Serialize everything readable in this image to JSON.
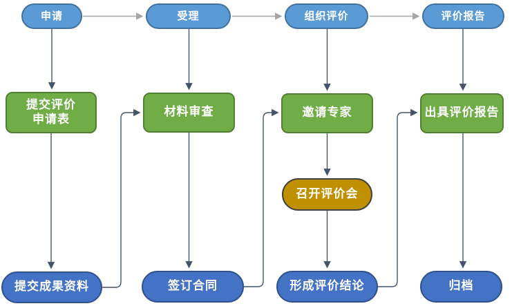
{
  "diagram": {
    "type": "flowchart",
    "phases": [
      {
        "id": "apply",
        "label": "申请"
      },
      {
        "id": "accept",
        "label": "受理"
      },
      {
        "id": "organize",
        "label": "组织评价"
      },
      {
        "id": "report",
        "label": "评价报告"
      }
    ],
    "steps": [
      {
        "id": "submit-form",
        "label": "提交评价\n申请表"
      },
      {
        "id": "review",
        "label": "材料审查"
      },
      {
        "id": "invite",
        "label": "邀请专家"
      },
      {
        "id": "issue",
        "label": "出具评价报告"
      }
    ],
    "meeting": {
      "id": "meeting",
      "label": "召开评价会"
    },
    "finals": [
      {
        "id": "submit-materials",
        "label": "提交成果资料"
      },
      {
        "id": "contract",
        "label": "签订合同"
      },
      {
        "id": "conclusion",
        "label": "形成评价结论"
      },
      {
        "id": "archive",
        "label": "归档"
      }
    ],
    "edges": [
      "申请→受理",
      "受理→组织评价",
      "组织评价→评价报告",
      "申请→提交评价申请表",
      "提交评价申请表→提交成果资料",
      "提交成果资料→材料审查",
      "受理→材料审查",
      "材料审查→签订合同",
      "签订合同→邀请专家",
      "组织评价→邀请专家",
      "邀请专家→召开评价会",
      "召开评价会→形成评价结论",
      "形成评价结论→出具评价报告",
      "评价报告→出具评价报告",
      "出具评价报告→归档"
    ],
    "colors": {
      "phase_fill": "#5B9BD5",
      "phase_border": "#41719C",
      "step_fill": "#70AD47",
      "step_border": "#507E32",
      "meeting_fill": "#BF9000",
      "meeting_border": "#404040",
      "final_fill": "#4472C4",
      "final_border": "#2F528F",
      "phase_arrow": "#A6A6A6",
      "process_arrow": "#44546A",
      "text": "#FFFFFF"
    }
  }
}
